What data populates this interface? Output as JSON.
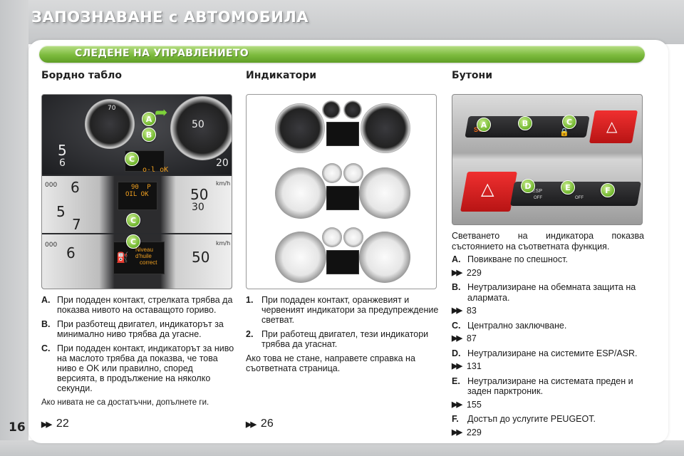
{
  "page": {
    "chapter_title": "ЗАПОЗНАВАНЕ с АВТОМОБИЛА",
    "section_title": "СЛЕДЕНЕ НА УПРАВЛЕНИЕТО",
    "page_number": "16"
  },
  "colors": {
    "section_bar": "#7dbb3e",
    "badge": "#6fb52c",
    "band": "#c4c6c8"
  },
  "column1": {
    "heading": "Бордно табло",
    "photo_badges": [
      "A",
      "B",
      "C",
      "C",
      "C"
    ],
    "photo_text": {
      "gauge_top_left": "70",
      "gauge_top_left_2": "50",
      "speed_50": "50",
      "speed_30": "30",
      "speed_20": "20",
      "rpm_6": "6",
      "rpm_5": "5",
      "rpm_7": "7",
      "rpm_000": "000",
      "kmh": "km/h",
      "lcd_temp": "90",
      "lcd_p": "P",
      "lcd_oil": "OIL OK",
      "lcd_oil_msg_1": "Niveau d'huile",
      "lcd_oil_msg_2": "correct",
      "lcd_small": "o-l oK"
    },
    "items": [
      {
        "label": "A.",
        "text": "При подаден контакт, стрелката трябва да показва нивото на оставащото гориво."
      },
      {
        "label": "B.",
        "text": "При разботещ двигател, индикаторът за минимално ниво трябва да угасне."
      },
      {
        "label": "C.",
        "text": "При подаден контакт, индикаторът за ниво на маслото трябва да показва, че това ниво е OK или правилно, според версията, в продължение на няколко секунди."
      }
    ],
    "note": "Ако нивата не са достатъчни, допълнете ги.",
    "ref": "22"
  },
  "column2": {
    "heading": "Индикатори",
    "items": [
      {
        "label": "1.",
        "text": "При подаден контакт, оранжевият и червеният индикатори за предупреждение светват."
      },
      {
        "label": "2.",
        "text": "При работещ двигател, тези индикатори трябва да угаснат."
      }
    ],
    "paragraph": "Ако това не стане, направете справка на съответната страница.",
    "ref": "26"
  },
  "column3": {
    "heading": "Бутони",
    "photo_badges": [
      "A",
      "B",
      "C",
      "D",
      "E",
      "F"
    ],
    "photo_text": {
      "sos": "SOS",
      "esp": "ESP",
      "esp_off": "OFF",
      "off": "OFF"
    },
    "intro": "Светването на индикатора показва състоянието на съответната функция.",
    "entries": [
      {
        "label": "A.",
        "text": "Повикване по спешност.",
        "ref": "229"
      },
      {
        "label": "B.",
        "text": "Неутрализиране на обемната защита на алармата.",
        "ref": "83"
      },
      {
        "label": "C.",
        "text": "Централно заключване.",
        "ref": "87"
      },
      {
        "label": "D.",
        "text": "Неутрализиране на системите ESP/ASR.",
        "ref": "131"
      },
      {
        "label": "E.",
        "text": "Неутрализиране на системата преден и заден парктроник.",
        "ref": "155"
      },
      {
        "label": "F.",
        "text": "Достъп до услугите PEUGEOT.",
        "ref": "229"
      }
    ]
  },
  "icons": {
    "ref_arrow": "double-arrow-icon"
  }
}
